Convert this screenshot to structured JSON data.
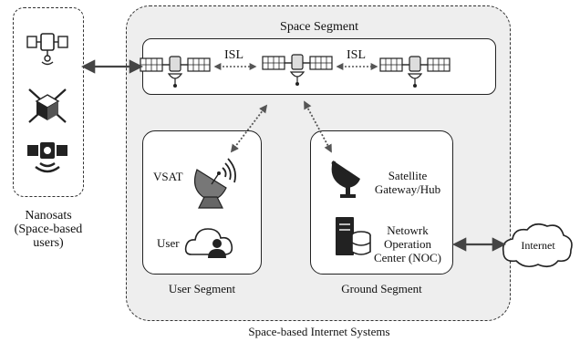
{
  "nanosats": {
    "label_lines": [
      "Nanosats",
      "(Space-based",
      "users)"
    ]
  },
  "space_segment": {
    "title": "Space Segment",
    "isl_left": "ISL",
    "isl_right": "ISL"
  },
  "user_segment": {
    "title": "User Segment",
    "vsat": "VSAT",
    "user": "User"
  },
  "ground_segment": {
    "title": "Ground Segment",
    "gateway_lines": [
      "Satellite",
      "Gateway/Hub"
    ],
    "noc_lines": [
      "Netowrk",
      "Operation",
      "Center (NOC)"
    ]
  },
  "internet": {
    "label": "Internet"
  },
  "system": {
    "caption": "Space-based Internet Systems"
  },
  "colors": {
    "background_panel": "#eeeeee",
    "stroke": "#222222",
    "arrow": "#555555"
  }
}
